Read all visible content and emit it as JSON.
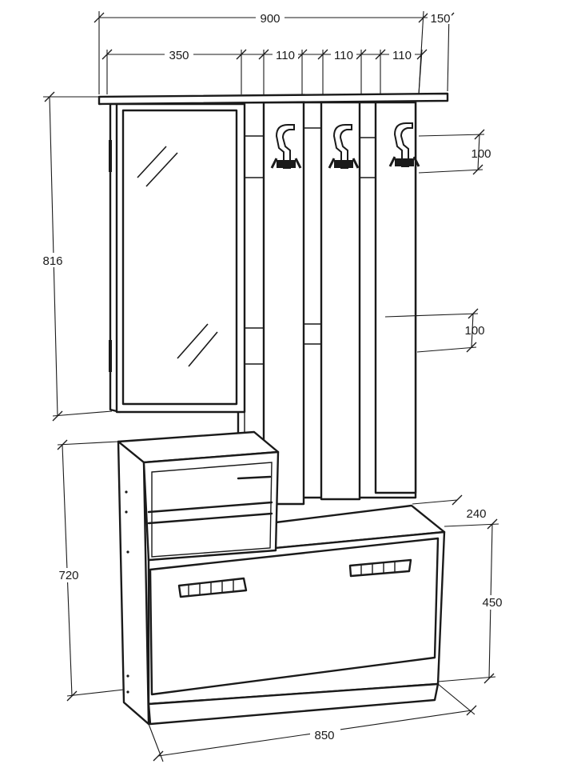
{
  "dimensions": {
    "total_width": "900",
    "shelf_depth": "150",
    "mirror_width": "350",
    "panel_width_1": "110",
    "panel_width_2": "110",
    "panel_width_3": "110",
    "hook_offset": "100",
    "lower_panel_offset": "100",
    "upper_height": "816",
    "lower_height": "720",
    "cabinet_depth": "240",
    "cabinet_height": "450",
    "cabinet_width": "850"
  }
}
